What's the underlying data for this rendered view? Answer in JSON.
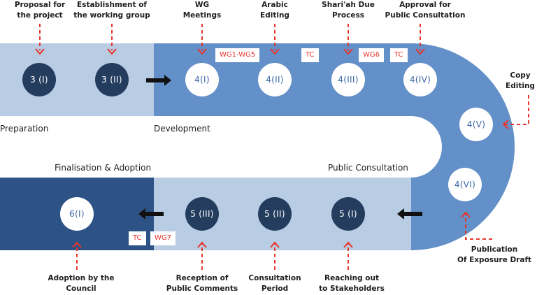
{
  "stages": {
    "preparation": "Preparation",
    "development": "Development",
    "finalisation": "Finalisation & Adoption",
    "public_consultation": "Public Consultation"
  },
  "steps": {
    "s3i": {
      "label": "3 (I)",
      "caption": [
        "Proposal for",
        "the project"
      ]
    },
    "s3ii": {
      "label": "3 (II)",
      "caption": [
        "Establishment of",
        "the working group"
      ]
    },
    "s4i": {
      "label": "4(I)",
      "caption": [
        "WG",
        "Meetings"
      ]
    },
    "s4ii": {
      "label": "4(II)",
      "caption": [
        "Arabic",
        "Editing"
      ]
    },
    "s4iii": {
      "label": "4(III)",
      "caption": [
        "Shari'ah Due",
        "Process"
      ]
    },
    "s4iv": {
      "label": "4(IV)",
      "caption": [
        "Approval for",
        "Public Consultation"
      ]
    },
    "s4v": {
      "label": "4(V)",
      "caption": [
        "Copy",
        "Editing"
      ]
    },
    "s4vi": {
      "label": "4(VI)",
      "caption": [
        "Publication",
        "Of Exposure Draft"
      ]
    },
    "s5i": {
      "label": "5 (I)",
      "caption": [
        "Reaching out",
        "to Stakeholders"
      ]
    },
    "s5ii": {
      "label": "5 (II)",
      "caption": [
        "Consultation",
        "Period"
      ]
    },
    "s5iii": {
      "label": "5 (III)",
      "caption": [
        "Reception of",
        "Public Comments"
      ]
    },
    "s6i": {
      "label": "6(I)",
      "caption": [
        "Adoption by the",
        "Council"
      ]
    }
  },
  "tags": {
    "wg1_wg5": "WG1-WG5",
    "tc_a": "TC",
    "wg6": "WG6",
    "tc_b": "TC",
    "tc_c": "TC",
    "wg7": "WG7"
  },
  "colors": {
    "light_band": "#b8cce4",
    "mid_band": "#6390c8",
    "dark_band": "#2c5286",
    "dark_circle": "#243d5e",
    "accent_red": "#e8352b"
  }
}
